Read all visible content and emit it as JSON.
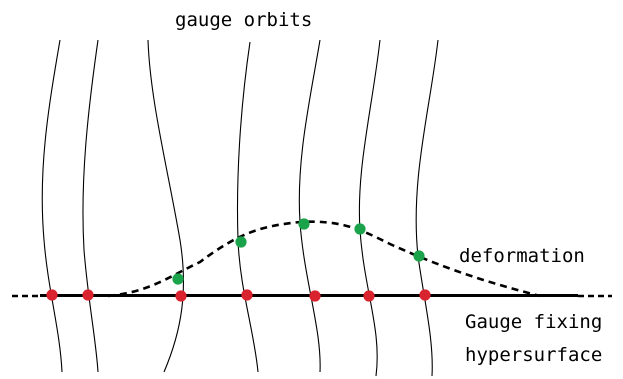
{
  "labels": {
    "orbits": "gauge orbits",
    "deformation": "deformation",
    "hypersurface_line1": "Gauge fixing",
    "hypersurface_line2": "hypersurface"
  },
  "colors": {
    "line": "#000000",
    "intersection_points": "#d9232e",
    "deformed_points": "#1aa34a",
    "background": "#ffffff"
  },
  "elements": {
    "gauge_orbit_count": 7,
    "hypersurface_intersection_count": 7,
    "deformed_intersection_count": 5
  }
}
